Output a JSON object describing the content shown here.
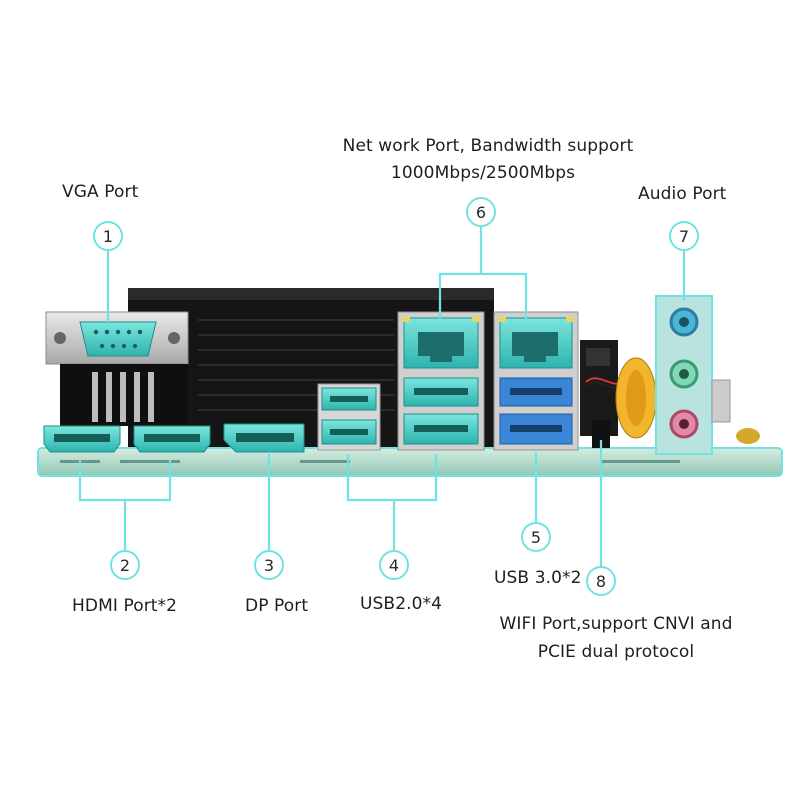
{
  "labels": {
    "vga": "VGA Port",
    "network_line1": "Net work Port, Bandwidth support",
    "network_line2": "1000Mbps/2500Mbps",
    "audio": "Audio Port",
    "hdmi": "HDMI Port*2",
    "dp": "DP Port",
    "usb2": "USB2.0*4",
    "usb3": "USB 3.0*2",
    "wifi_line1": "WIFI Port,support CNVI and",
    "wifi_line2": "PCIE dual protocol"
  },
  "markers": [
    "1",
    "2",
    "3",
    "4",
    "5",
    "6",
    "7",
    "8"
  ],
  "colors": {
    "accent": "#6fe3e3",
    "port_teal": "#3cc7c0",
    "board": "#1a1a1a"
  }
}
